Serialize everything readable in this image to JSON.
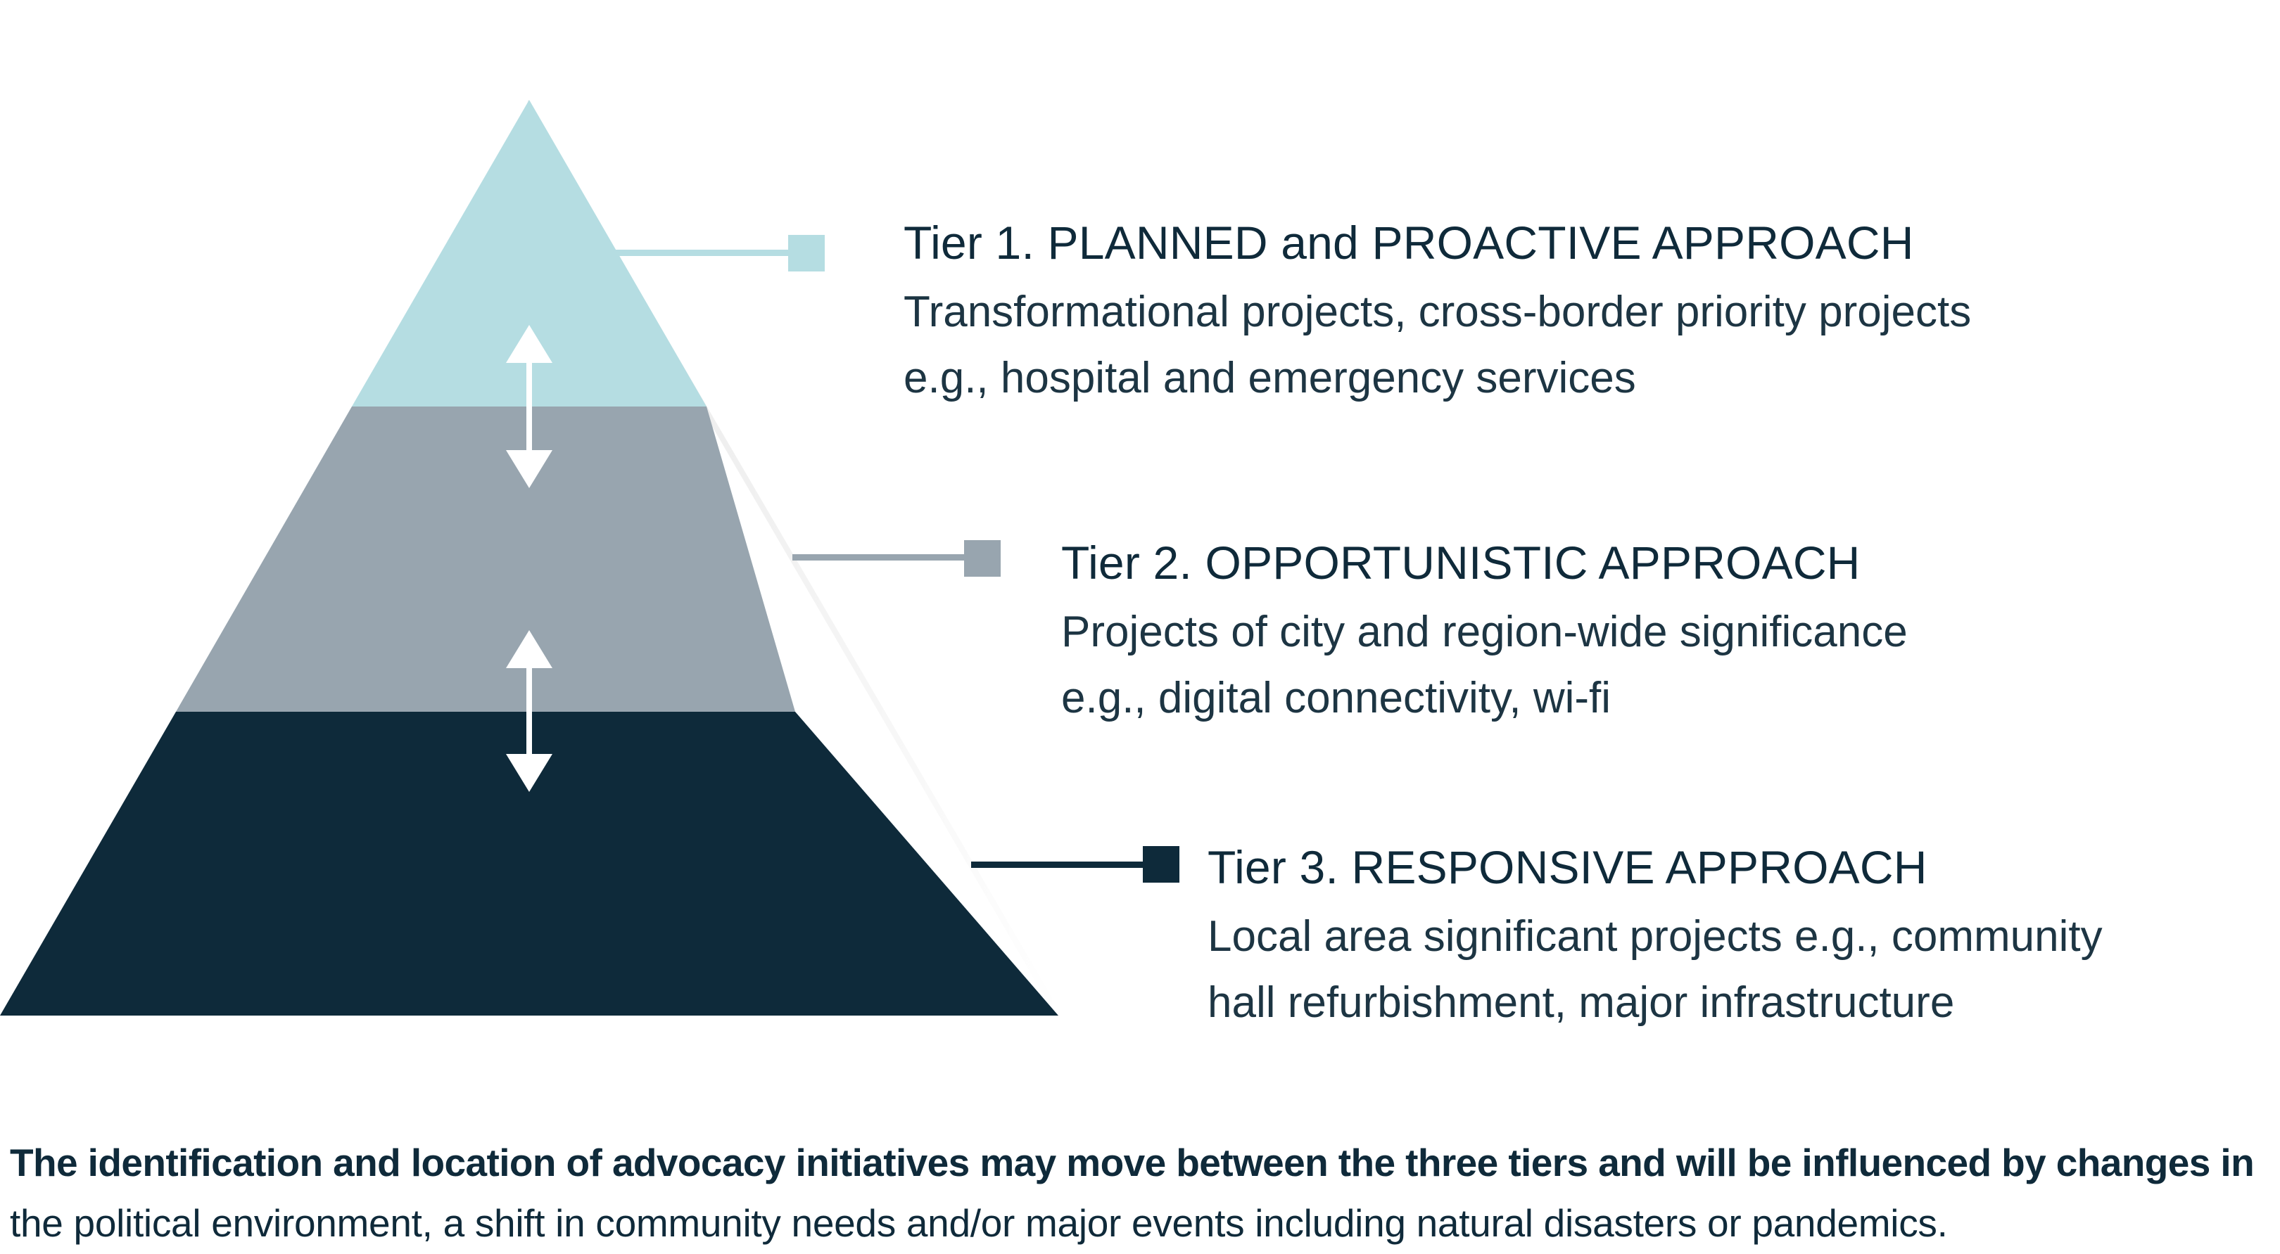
{
  "colors": {
    "tier1": "#b5dde2",
    "tier2": "#98a5af",
    "tier3": "#0e2a3a",
    "text": "#0f2a3a",
    "arrow": "#ffffff"
  },
  "tiers": [
    {
      "title": "Tier 1. PLANNED and PROACTIVE APPROACH",
      "desc_line1": "Transformational projects, cross-border priority projects",
      "desc_line2": "e.g., hospital and emergency services"
    },
    {
      "title": "Tier 2. OPPORTUNISTIC APPROACH",
      "desc_line1": "Projects of city and region-wide significance",
      "desc_line2": "e.g., digital connectivity, wi-fi"
    },
    {
      "title": "Tier 3. RESPONSIVE APPROACH",
      "desc_line1": "Local area significant projects e.g., community",
      "desc_line2": "hall refurbishment, major infrastructure"
    }
  ],
  "footnote": {
    "line1": "The identification and location of advocacy initiatives may move between the three tiers and will be influenced by changes in",
    "line2": "the political environment, a shift in community needs and/or major events including natural disasters or pandemics."
  },
  "icons": {
    "connector_marker": "square-marker-icon",
    "between_tier_arrow": "double-headed-arrow-icon"
  }
}
